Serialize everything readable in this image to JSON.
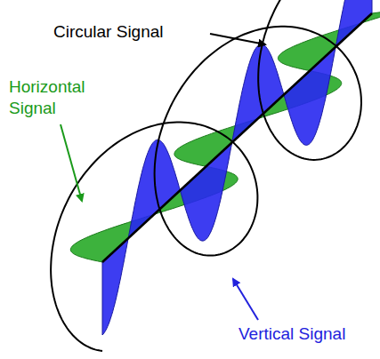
{
  "diagram": {
    "labels": [
      "Circular Signal",
      "Horizontal Signal",
      "Vertical Signal"
    ]
  }
}
